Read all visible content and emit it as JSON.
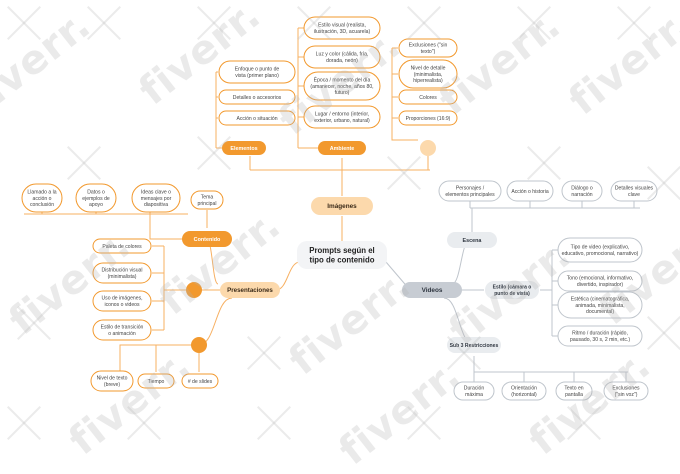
{
  "colors": {
    "orange": "#f2992e",
    "orange_light": "#fcd9ac",
    "orange_line": "#f7b062",
    "gray": "#c7ccd3",
    "gray_light": "#e9ecef",
    "gray_line": "#bfc5cc",
    "center": "#f3f4f6"
  },
  "watermark": "fiverr.",
  "center": {
    "label": [
      "Prompts según el",
      "tipo de contenido"
    ]
  },
  "imagenes": {
    "label": "Imágenes",
    "elementos": {
      "label": "Elementos",
      "items": [
        [
          "Enfoque o punto de",
          "vista (primer plano)"
        ],
        [
          "Detalles o accesorios"
        ],
        [
          "Acción o situación"
        ]
      ]
    },
    "ambiente": {
      "label": "Ambiente",
      "items": [
        [
          "Estilo visual (realista,",
          "ilustración, 3D, acuarela)"
        ],
        [
          "Luz y color (cálida, fría,",
          "dorada, neón)"
        ],
        [
          "Época / momento del día",
          "(amanecer, noche, años 80,",
          "futuro)"
        ],
        [
          "Lugar / entorno (interior,",
          "exterior, urbano, natural)"
        ]
      ]
    },
    "extra": {
      "items": [
        [
          "Exclusiones (\"sin",
          "texto\")"
        ],
        [
          "Nivel de detalle",
          "(minimalista,",
          "hiperrealista)"
        ],
        [
          "Colores"
        ],
        [
          "Proporciones (16:9)"
        ]
      ]
    }
  },
  "presentaciones": {
    "label": "Presentaciones",
    "contenido": {
      "label": "Contenido",
      "tema": [
        "Tema",
        "principal"
      ],
      "items": [
        [
          "Llamado a la",
          "acción o",
          "conclusión"
        ],
        [
          "Datos o",
          "ejemplos de",
          "apoyo"
        ],
        [
          "Ideas clave o",
          "mensajes por",
          "diapositiva"
        ]
      ]
    },
    "diseno": {
      "items": [
        [
          "Paleta de colores"
        ],
        [
          "Distribución visual",
          "(minimalista)"
        ],
        [
          "Uso de imágenes,",
          "iconos o videos"
        ],
        [
          "Estilo de transición",
          "o animación"
        ]
      ]
    },
    "formato": {
      "items": [
        [
          "Nivel de texto",
          "(breve)"
        ],
        [
          "Tiempo"
        ],
        [
          "# de slides"
        ]
      ]
    }
  },
  "videos": {
    "label": "Videos",
    "escena": {
      "label": "Escena",
      "items": [
        [
          "Personajes /",
          "elementos principales"
        ],
        [
          "Acción o historia"
        ],
        [
          "Diálogo o",
          "narración"
        ],
        [
          "Detalles visuales",
          "clave"
        ]
      ]
    },
    "estilo": {
      "label": [
        "Estilo (cámara o",
        "punto de vista)"
      ],
      "items": [
        [
          "Tipo de video (explicativo,",
          "educativo, promocional, narrativo)"
        ],
        [
          "Tono (emocional, informativo,",
          "divertido, inspirador)"
        ],
        [
          "Estética (cinematográfica,",
          "animada, minimalista,",
          "documental)"
        ],
        [
          "Ritmo / duración (rápido,",
          "pausado, 30 s, 2 min, etc.)"
        ]
      ]
    },
    "restricciones": {
      "label": "Sub 3 Restricciones",
      "items": [
        [
          "Duración",
          "máxima"
        ],
        [
          "Orientación",
          "(horizontal)"
        ],
        [
          "Texto en",
          "pantalla"
        ],
        [
          "Exclusiones",
          "(\"sin voz\")"
        ]
      ]
    }
  }
}
